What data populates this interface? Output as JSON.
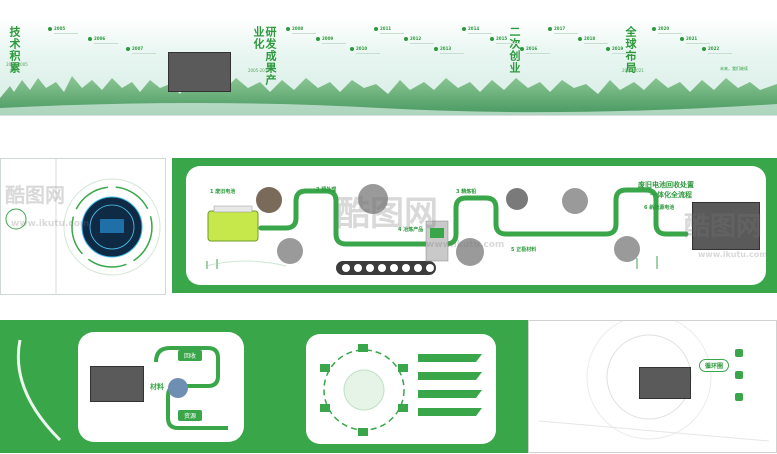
{
  "top_banner": {
    "titles": [
      {
        "text": "技术积累",
        "years": "2005-2005"
      },
      {
        "text": "研发成果产业化",
        "years": "2005-2011"
      },
      {
        "text": "二次创业",
        "years": ""
      },
      {
        "text": "全球布局",
        "years": "2005-2021"
      }
    ],
    "milestones": [
      "2005",
      "2006",
      "2007",
      "2008",
      "2009",
      "2010",
      "2011",
      "2012",
      "2013",
      "2014",
      "2015",
      "2016",
      "2017",
      "2018",
      "2019",
      "2020",
      "2021",
      "2022"
    ],
    "closing": "未来，我们继续"
  },
  "process_panel": {
    "title_line1": "废旧电池回收处置",
    "title_line2": "一体化全流程",
    "steps": [
      {
        "num": "1",
        "label": "废旧电池"
      },
      {
        "num": "2",
        "label": "预处理"
      },
      {
        "num": "3",
        "label": "精炼铅"
      },
      {
        "num": "4",
        "label": "冶炼产品"
      },
      {
        "num": "5",
        "label": "正极材料"
      },
      {
        "num": "6",
        "label": "新能源电池"
      }
    ]
  },
  "bottom_left_panel": {
    "labels": [
      "回收",
      "材料",
      "资源"
    ]
  },
  "bottom_right_panel": {
    "badge": "循环圈"
  },
  "watermarks": [
    "酷图网",
    "www.ikutu.com"
  ],
  "colors": {
    "accent": "#3aa64a",
    "accent_dark": "#2c9a3c",
    "placeholder": "#5a5a5a"
  }
}
